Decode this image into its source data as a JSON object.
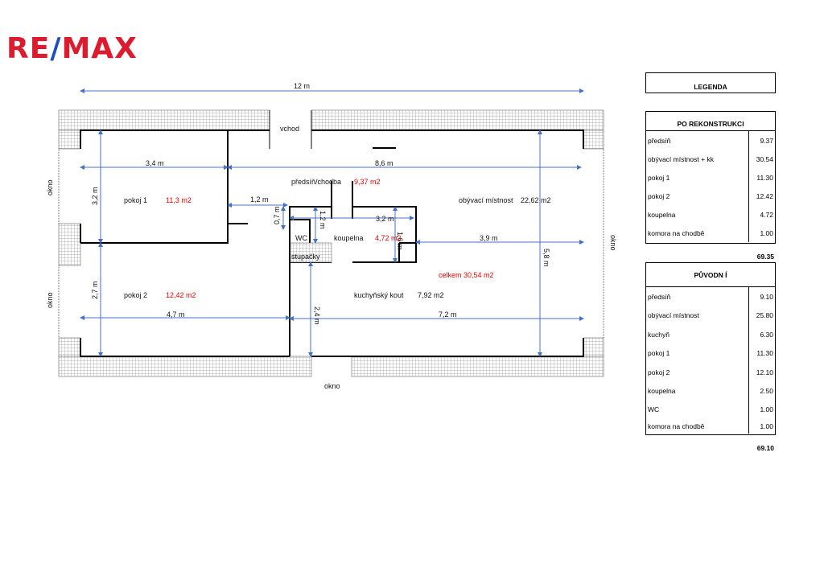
{
  "logo": {
    "text_left": "RE",
    "slash": "/",
    "text_right": "MAX"
  },
  "plan": {
    "dimensions": {
      "total_width": "12 m",
      "d_3_4": "3,4 m",
      "d_8_6": "8,6 m",
      "d_3_2_left": "3,2 m",
      "d_2_7": "2,7 m",
      "d_1_2_h": "1,2 m",
      "d_0_7": "0,7 m",
      "d_1_2_v": "1,2 m",
      "d_3_2_bath": "3,2 m",
      "d_1_6": "1,6 m",
      "d_3_9": "3,9 m",
      "d_5_8": "5,8 m",
      "d_4_7": "4,7 m",
      "d_7_2": "7,2 m",
      "d_2_4": "2,4 m"
    },
    "labels": {
      "entrance": "vchod",
      "hall": "předsíň/chodba",
      "hall_area": "9,37 m2",
      "room1": "pokoj 1",
      "room1_area": "11,3 m2",
      "living": "obývací místnost",
      "living_area": "22,62 m2",
      "wc": "WC",
      "bathroom": "koupelna",
      "bathroom_area": "4,72 m2",
      "risers": "stupačky",
      "total": "celkem 30,54 m2",
      "room2": "pokoj 2",
      "room2_area": "12,42 m2",
      "kitchen": "kuchyňský kout",
      "kitchen_area": "7,92 m2",
      "window_left_top": "okno",
      "window_left_bottom": "okno",
      "window_right": "okno",
      "window_bottom": "okno"
    }
  },
  "legend": {
    "title": "LEGENDA",
    "after": {
      "title": "PO REKONSTRUKCI",
      "rows": [
        {
          "name": "předsíň",
          "value": "9.37"
        },
        {
          "name": "obývací místnost + kk",
          "value": "30.54"
        },
        {
          "name": "pokoj 1",
          "value": "11.30"
        },
        {
          "name": "pokoj 2",
          "value": "12.42"
        },
        {
          "name": "koupelna",
          "value": "4.72"
        },
        {
          "name": "komora na chodbě",
          "value": "1.00"
        }
      ],
      "total": "69.35"
    },
    "before": {
      "title": "PŮVODN Í",
      "rows": [
        {
          "name": "předsíň",
          "value": "9.10"
        },
        {
          "name": "obývací místnost",
          "value": "25.80"
        },
        {
          "name": "kuchyň",
          "value": "6.30"
        },
        {
          "name": "pokoj 1",
          "value": "11.30"
        },
        {
          "name": "pokoj 2",
          "value": "12.10"
        },
        {
          "name": "koupelna",
          "value": "2.50"
        },
        {
          "name": "WC",
          "value": "1.00"
        },
        {
          "name": "komora na chodbě",
          "value": "1.00"
        }
      ],
      "total": "69.10"
    }
  },
  "colors": {
    "brand_red": "#dc1c2e",
    "brand_blue": "#1c4fb8",
    "dimension": "#4472c4",
    "area_red": "#e00000"
  }
}
